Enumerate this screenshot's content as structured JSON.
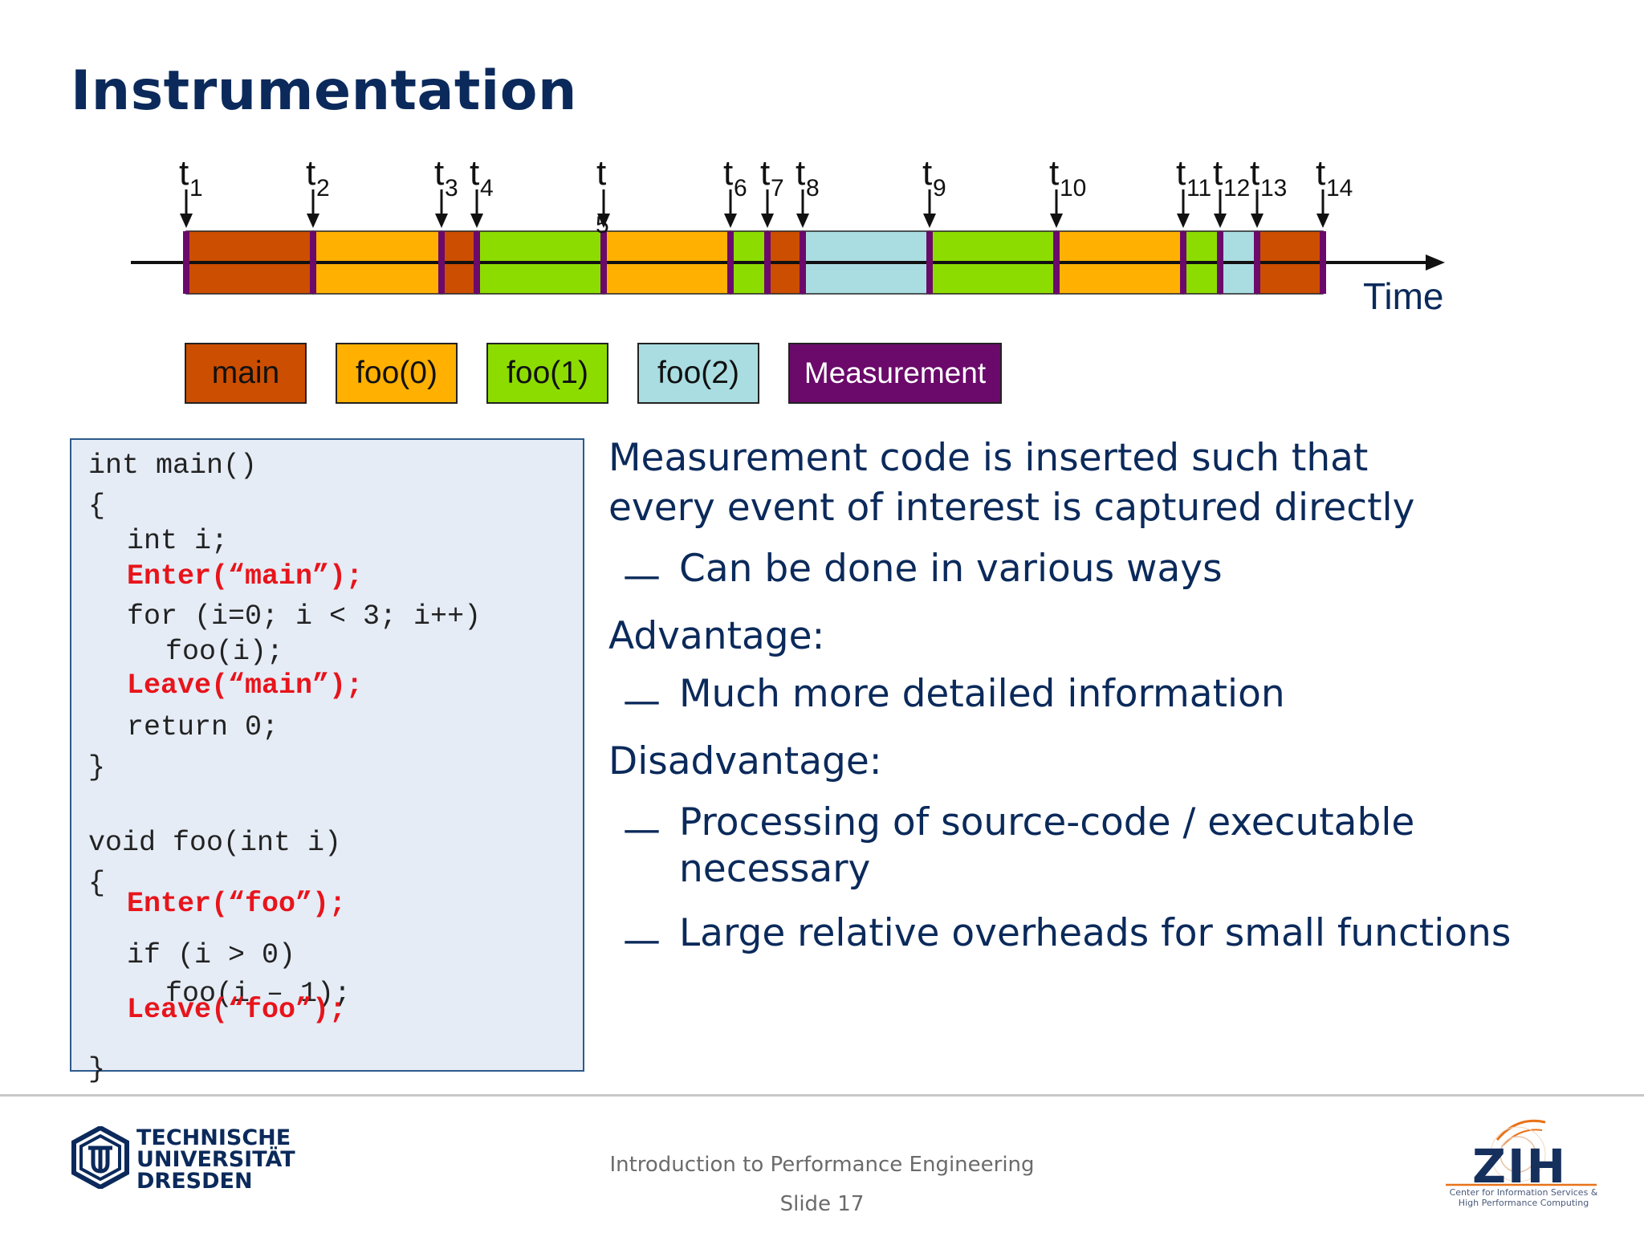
{
  "slide": {
    "title": "Instrumentation",
    "footer_title": "Introduction to Performance Engineering",
    "footer_slide": "Slide 17"
  },
  "timeline": {
    "axis_label": "Time",
    "markers": [
      "t",
      "t",
      "t",
      "t",
      "t",
      "t",
      "t",
      "t",
      "t",
      "t",
      "t",
      "t",
      "t",
      "t"
    ],
    "marker_subscripts": [
      "1",
      "2",
      "3",
      "4",
      "5",
      "6",
      "7",
      "8",
      "9",
      "10",
      "11",
      "12",
      "13",
      "14"
    ],
    "segment_sequence": [
      "main",
      "foo(0)",
      "main",
      "foo(1)",
      "foo(0)",
      "foo(1)",
      "main",
      "foo(2)",
      "foo(1)",
      "foo(0)",
      "foo(1)",
      "foo(2)",
      "main"
    ],
    "colors": {
      "main": "#cc4e00",
      "foo(0)": "#ffb000",
      "foo(1)": "#8ddc00",
      "foo(2)": "#aadde1",
      "Measurement": "#6b0a6b"
    }
  },
  "legend": {
    "items": [
      "main",
      "foo(0)",
      "foo(1)",
      "foo(2)",
      "Measurement"
    ]
  },
  "code": {
    "lines": [
      {
        "text": "int main()",
        "red": false
      },
      {
        "text": "{",
        "red": false
      },
      {
        "text": "int i;",
        "red": false
      },
      {
        "text": "Enter(“main”);",
        "red": true
      },
      {
        "text": "for (i=0; i < 3; i++)",
        "red": false
      },
      {
        "text": "foo(i);",
        "red": false
      },
      {
        "text": "Leave(“main”);",
        "red": true
      },
      {
        "text": "return 0;",
        "red": false
      },
      {
        "text": "}",
        "red": false
      },
      {
        "text": "void foo(int i)",
        "red": false
      },
      {
        "text": "{",
        "red": false
      },
      {
        "text": "Enter(“foo”);",
        "red": true
      },
      {
        "text": "if (i > 0)",
        "red": false
      },
      {
        "text": "foo(i – 1);",
        "red": false
      },
      {
        "text": "Leave(“foo”);",
        "red": true
      },
      {
        "text": "}",
        "red": false
      }
    ]
  },
  "bullets": {
    "intro_line1": "Measurement code is inserted such that",
    "intro_line2": "every event of interest is captured directly",
    "intro_sub": "Can be done in various ways",
    "advantage_heading": "Advantage:",
    "advantage_item": "Much more detailed information",
    "disadvantage_heading": "Disadvantage:",
    "disadvantage_item1_line1": "Processing of source-code / executable",
    "disadvantage_item1_line2": "necessary",
    "disadvantage_item2": "Large relative overheads for small functions",
    "dash": "—"
  },
  "logos": {
    "tud_line1": "TECHNISCHE",
    "tud_line2": "UNIVERSITÄT",
    "tud_line3": "DRESDEN",
    "zih": "ZIH",
    "zih_sub1": "Center for Information Services &",
    "zih_sub2": "High Performance Computing"
  }
}
